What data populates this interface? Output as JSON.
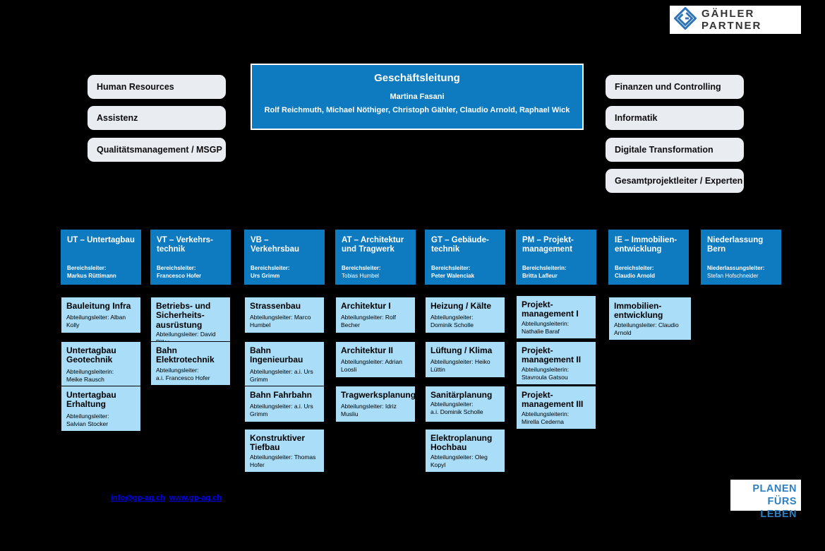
{
  "colors": {
    "department_blue": "#0e7bc0",
    "unit_light_blue": "#a9ddf8",
    "pill_gray": "#e9edf2",
    "link_blue": "#0000ee",
    "tagline_blue": "#2e7fc1"
  },
  "logo": {
    "text": "GÄHLER PARTNER"
  },
  "management": {
    "title": "Geschäftsleitung",
    "chair": "Martina Fasani",
    "members": "Rolf Reichmuth, Michael Nöthiger, Christoph Gähler, Claudio Arnold, Raphael Wick"
  },
  "staff_left": [
    {
      "label": "Human Resources"
    },
    {
      "label": "Assistenz"
    },
    {
      "label": "Qualitätsmanagement / MSGP"
    }
  ],
  "staff_right": [
    {
      "label": "Finanzen und Controlling"
    },
    {
      "label": "Informatik"
    },
    {
      "label": "Digitale Transformation"
    },
    {
      "label": "Gesamtprojektleiter / Experten"
    }
  ],
  "departments": [
    {
      "code": "UT",
      "title": "UT – Untertagbau",
      "role_label": "Bereichsleiter:",
      "leader": "Markus Rüttimann",
      "units": [
        {
          "title": "Bauleitung Infra",
          "detail": "Abteilungsleiter: Alban Kolly"
        },
        {
          "title": "Untertagbau\nGeotechnik",
          "detail": "Abteilungsleiterin:\nMeike Rausch"
        },
        {
          "title": "Untertagbau\nErhaltung",
          "detail": "Abteilungsleiter:\nSalvian Stocker"
        }
      ]
    },
    {
      "code": "VT",
      "title": "VT – Verkehrs-\ntechnik",
      "role_label": "Bereichsleiter:",
      "leader": "Francesco Hofer",
      "units": [
        {
          "title": "Betriebs- und\nSicherheits-\nausrüstung",
          "detail": "Abteilungsleiter: David Piller"
        },
        {
          "title": "Bahn\nElektrotechnik",
          "detail": "Abteilungsleiter:\na.i. Francesco Hofer"
        }
      ]
    },
    {
      "code": "VB",
      "title": "VB – Verkehrsbau",
      "role_label": "Bereichsleiter:",
      "leader": "Urs Grimm",
      "units": [
        {
          "title": "Strassenbau",
          "detail": "Abteilungsleiter: Marco Humbel"
        },
        {
          "title": "Bahn Ingenieurbau",
          "detail": "Abteilungsleiter: a.i. Urs Grimm"
        },
        {
          "title": "Bahn Fahrbahn",
          "detail": "Abteilungsleiter: a.i. Urs Grimm"
        },
        {
          "title": "Konstruktiver\nTiefbau",
          "detail": "Abteilungsleiter: Thomas Hofer"
        }
      ]
    },
    {
      "code": "AT",
      "title": "AT – Architektur\nund Tragwerk",
      "role_label": "Bereichsleiter:",
      "leader": "Tobias Humbel",
      "units": [
        {
          "title": "Architektur I",
          "detail": "Abteilungsleiter: Rolf Becher"
        },
        {
          "title": "Architektur II",
          "detail": "Abteilungsleiter: Adrian Loosli"
        },
        {
          "title": "Tragwerksplanung",
          "detail": "Abteilungsleiter: Idriz Musliu"
        }
      ]
    },
    {
      "code": "GT",
      "title": "GT – Gebäude-\ntechnik",
      "role_label": "Bereichsleiter:",
      "leader": "Peter Walenciak",
      "units": [
        {
          "title": "Heizung / Kälte",
          "detail": "Abteilungsleiter:\nDominik Scholle"
        },
        {
          "title": "Lüftung / Klima",
          "detail": "Abteilungsleiter: Heiko Lüttin"
        },
        {
          "title": "Sanitärplanung",
          "detail": "Abteilungsleiter:\na.i. Dominik Scholle"
        },
        {
          "title": "Elektroplanung\nHochbau",
          "detail": "Abteilungsleiter: Oleg Kopyl"
        }
      ]
    },
    {
      "code": "PM",
      "title": "PM – Projekt-\nmanagement",
      "role_label": "Bereichsleiterin:",
      "leader": "Britta Lafleur",
      "units": [
        {
          "title": "Projekt-\nmanagement I",
          "detail": "Abteilungsleiterin:\nNathalie Baraf"
        },
        {
          "title": "Projekt-\nmanagement II",
          "detail": "Abteilungsleiterin:\nStavroula Gatsou"
        },
        {
          "title": "Projekt-\nmanagement III",
          "detail": "Abteilungsleiterin:\nMirella Cederna"
        }
      ]
    },
    {
      "code": "IE",
      "title": "IE – Immobilien-\nentwicklung",
      "role_label": "Bereichsleiter:",
      "leader": "Claudio Arnold",
      "units": [
        {
          "title": "Immobilien-\nentwicklung",
          "detail": "Abteilungsleiter: Claudio Arnold"
        }
      ]
    },
    {
      "code": "NB",
      "title": "Niederlassung\nBern",
      "role_label": "Niederlassungsleiter:",
      "leader": "Stefan Hofschneider",
      "units": []
    }
  ],
  "footer": {
    "link_email": "info@gp-ag.ch",
    "link_web": "www.gp-ag.ch",
    "tagline_line1": "PLANEN",
    "tagline_line2": "FÜRS LEBEN"
  }
}
